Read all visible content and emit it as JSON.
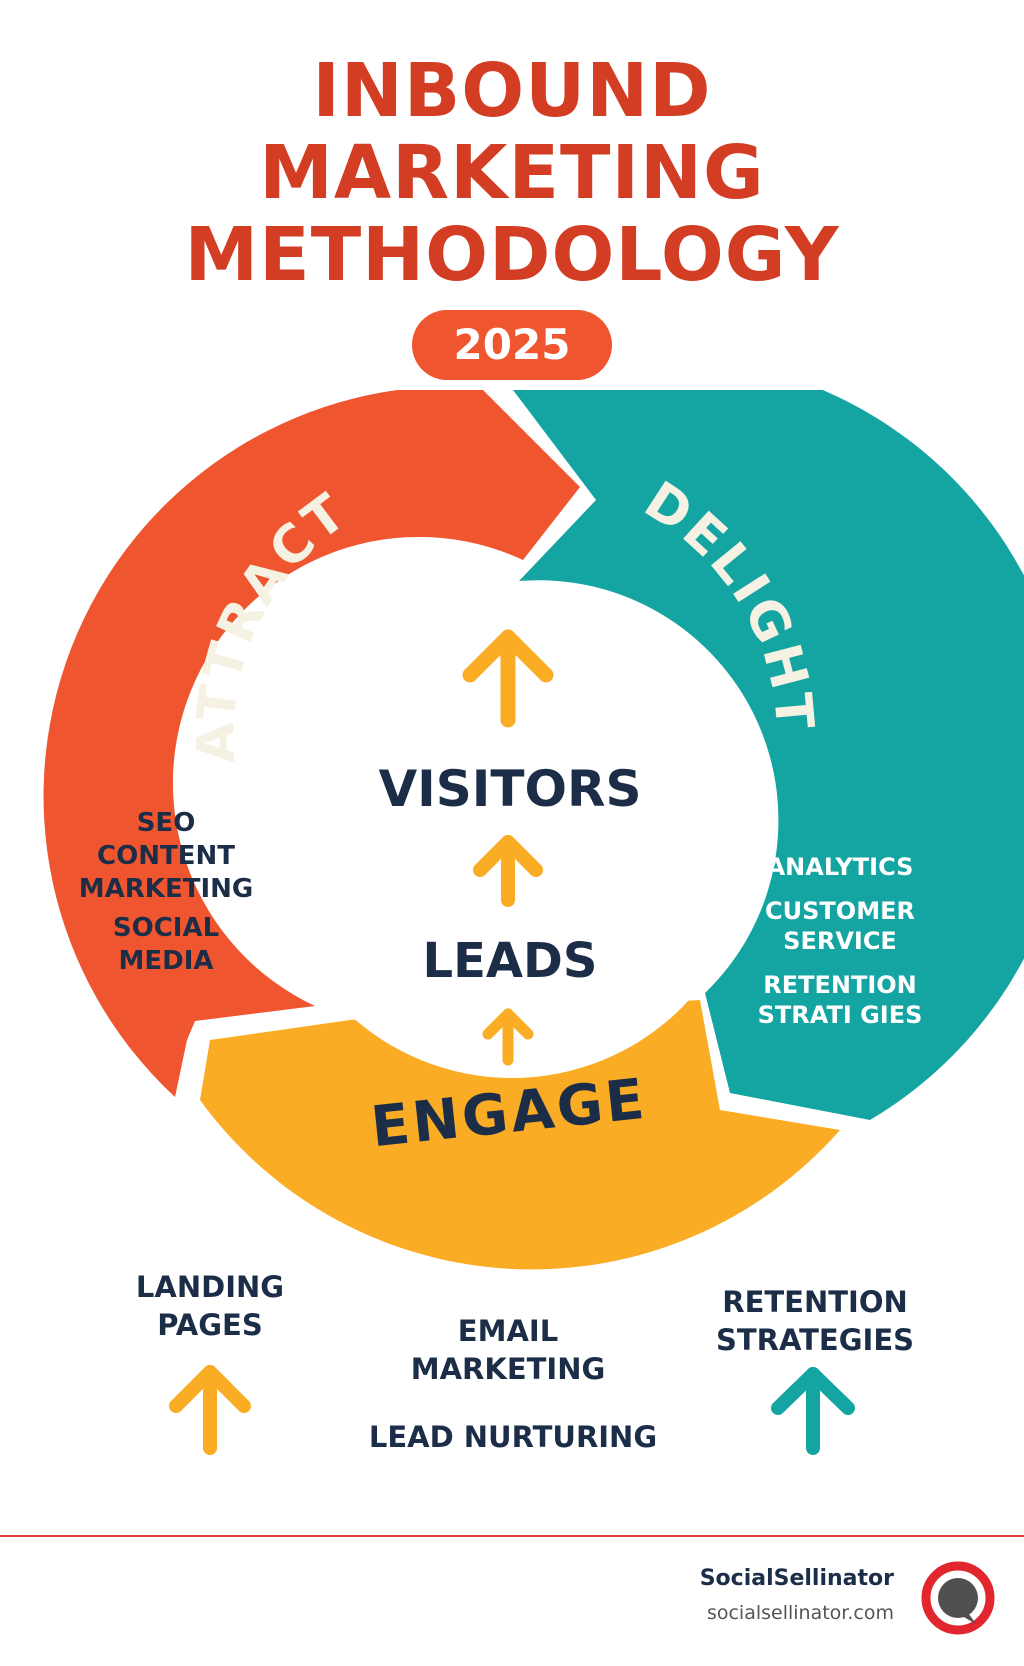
{
  "title_lines": [
    "INBOUND",
    "MARKETING",
    "METHODOLOGY"
  ],
  "year": "2025",
  "stages": {
    "attract": "ATTRACT",
    "delight": "DELIGHT",
    "engage": "ENGAGE"
  },
  "center": {
    "visitors": "VISITORS",
    "leads": "LEADS"
  },
  "attract_items": [
    "SEO",
    "CONTENT",
    "MARKETING",
    "SOCIAL",
    "MEDIA"
  ],
  "delight_items": [
    "ANALYTICS",
    "CUSTOMER",
    "SERVICE",
    "RETENTION",
    "STRATI GIES"
  ],
  "bottom": {
    "landing": [
      "LANDING",
      "PAGES"
    ],
    "email": [
      "EMAIL",
      "MARKETING"
    ],
    "lead_nurturing": "LEAD NURTURING",
    "retention": [
      "RETENTION",
      "STRATEGIES"
    ]
  },
  "footer": {
    "brand": "SocialSellinator",
    "url": "socialsellinator.com"
  },
  "colors": {
    "title": "#d33d23",
    "attract": "#ef5630",
    "delight": "#14a5a2",
    "engage": "#fbac25",
    "navy": "#1c2d47",
    "label_light": "#f5f1e3"
  }
}
